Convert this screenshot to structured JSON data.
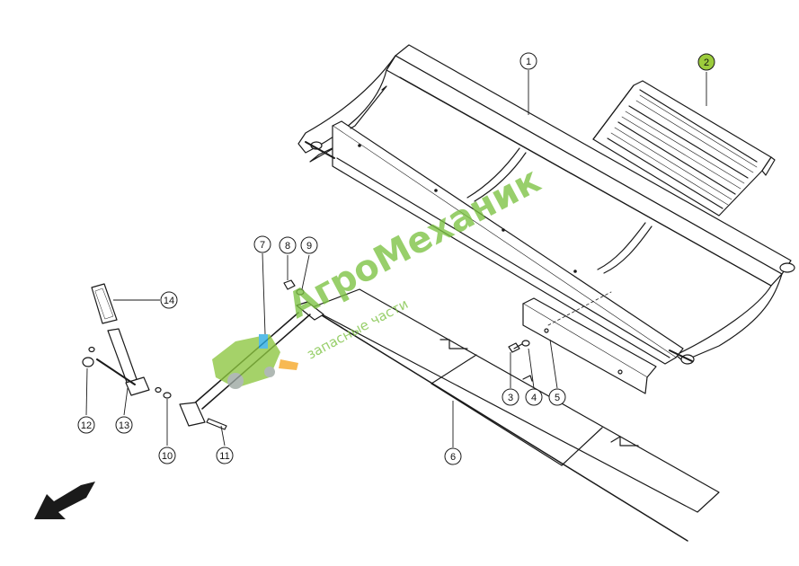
{
  "callouts": [
    {
      "id": "1",
      "label": "1"
    },
    {
      "id": "2",
      "label": "2",
      "highlight": "#9ccc3c"
    },
    {
      "id": "3",
      "label": "3"
    },
    {
      "id": "4",
      "label": "4"
    },
    {
      "id": "5",
      "label": "5"
    },
    {
      "id": "6",
      "label": "6"
    },
    {
      "id": "7",
      "label": "7"
    },
    {
      "id": "8",
      "label": "8"
    },
    {
      "id": "9",
      "label": "9"
    },
    {
      "id": "10",
      "label": "10"
    },
    {
      "id": "11",
      "label": "11"
    },
    {
      "id": "12",
      "label": "12"
    },
    {
      "id": "13",
      "label": "13"
    },
    {
      "id": "14",
      "label": "14"
    }
  ],
  "watermark": {
    "brand": "АгроМеханик",
    "tagline": "запасные части",
    "brand_color": "#7cc242",
    "logo_colors": [
      "#8cc63f",
      "#f5a623",
      "#29abe2"
    ]
  },
  "direction_arrow": {
    "icon": "travel-direction-arrow-icon",
    "color": "#1a1a1a"
  }
}
